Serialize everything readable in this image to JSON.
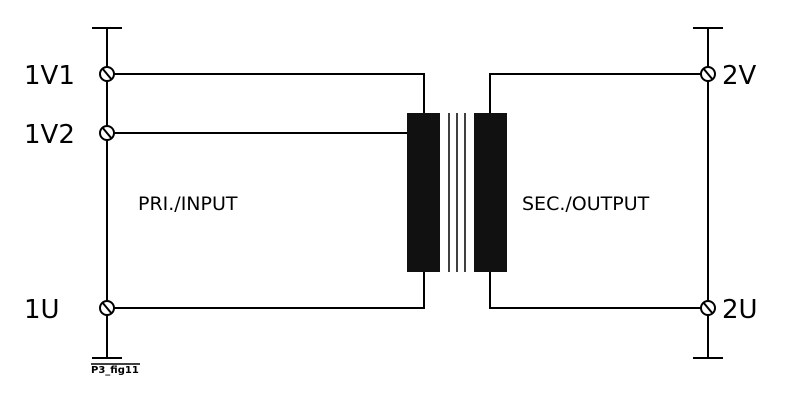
{
  "terminals": {
    "primary_1v1": "1V1",
    "primary_1v2": "1V2",
    "primary_1u": "1U",
    "secondary_2v": "2V",
    "secondary_2u": "2U"
  },
  "sections": {
    "primary": "PRI./INPUT",
    "secondary": "SEC./OUTPUT"
  },
  "figure_id": "P3_fig11",
  "colors": {
    "line": "#000000",
    "coil": "#111111",
    "background": "#ffffff"
  }
}
